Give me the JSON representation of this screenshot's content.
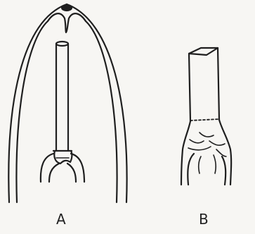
{
  "figure": {
    "panels": [
      {
        "id": "A",
        "label": "A"
      },
      {
        "id": "B",
        "label": "B"
      }
    ],
    "ink_color": "#1f1f1f",
    "background_color": "#f7f6f3"
  }
}
